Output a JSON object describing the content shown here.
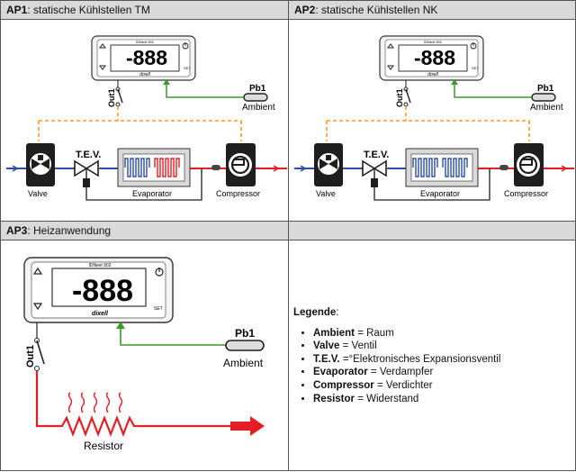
{
  "panels": {
    "ap1": {
      "tag": "AP1",
      "title": ": statische Kühlstellen TM"
    },
    "ap2": {
      "tag": "AP2",
      "title": ": statische Kühlstellen NK"
    },
    "ap3": {
      "tag": "AP3",
      "title": ": Heizanwendung"
    }
  },
  "controller": {
    "digits": "-888",
    "brand": "dixell",
    "model_label": "IDNext 902",
    "set_label": "SET"
  },
  "labels": {
    "out1": "Out1",
    "pb1": "Pb1",
    "ambient": "Ambient",
    "tev": "T.E.V.",
    "valve": "Valve",
    "evaporator": "Evaporator",
    "compressor": "Compressor",
    "resistor": "Resistor"
  },
  "legend": {
    "title": "Legende",
    "title_suffix": ":",
    "items": [
      {
        "term": "Ambient",
        "desc": " = Raum"
      },
      {
        "term": "Valve",
        "desc": " = Ventil"
      },
      {
        "term": "T.E.V.",
        "desc": " =°Elektronisches Expansionsventil"
      },
      {
        "term": "Evaporator",
        "desc": " = Verdampfer"
      },
      {
        "term": "Compressor",
        "desc": " = Verdichter"
      },
      {
        "term": "Resistor",
        "desc": " = Widerstand"
      }
    ]
  },
  "colors": {
    "orange_line": "#f39c1f",
    "green_line": "#3a9a2a",
    "red_line": "#e31e24",
    "blue_line": "#2b4fa8",
    "header_bg": "#d9d9d9"
  }
}
